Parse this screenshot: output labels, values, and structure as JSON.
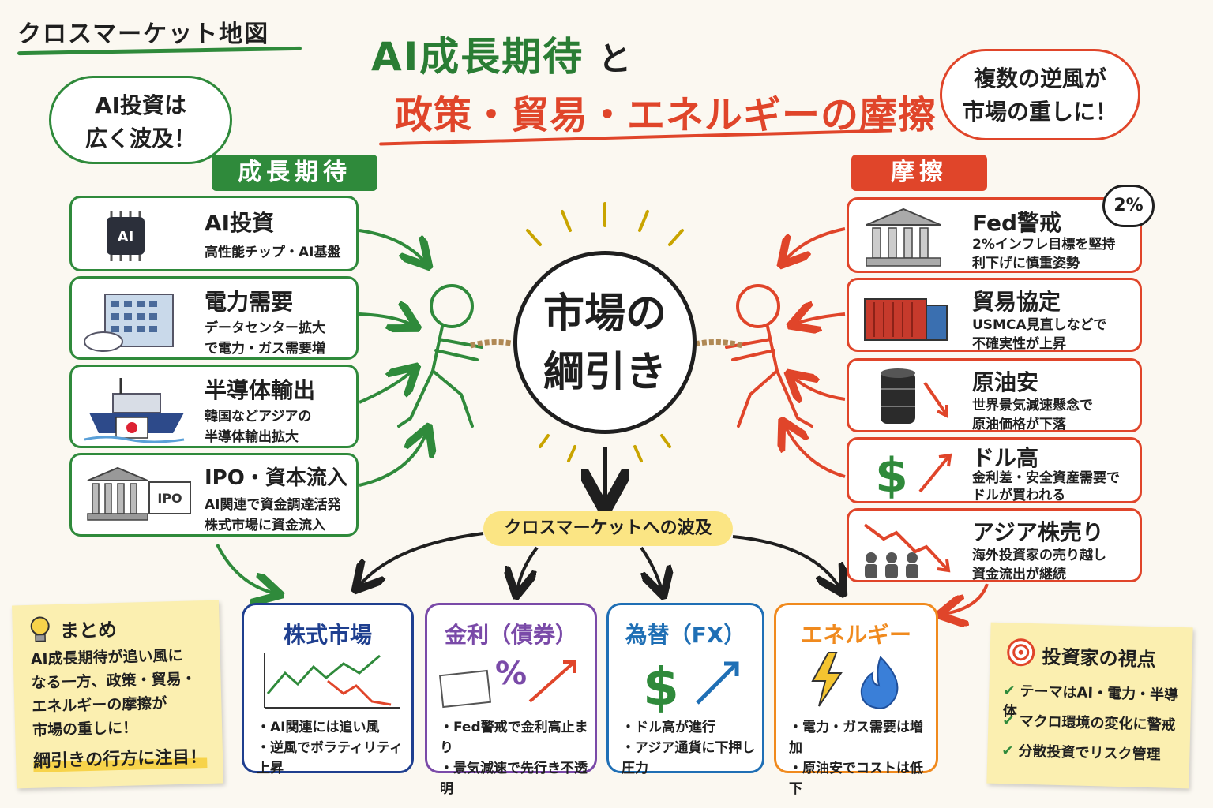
{
  "header": {
    "corner_title": "クロスマーケット地図",
    "title_line1": "AI成長期待",
    "title_connector": "と",
    "title_line2": "政策・貿易・エネルギーの摩擦"
  },
  "clouds": {
    "left": [
      "AI投資は",
      "広く波及！"
    ],
    "right": [
      "複数の逆風が",
      "市場の重しに！"
    ]
  },
  "banners": {
    "growth": "成長期待",
    "friction": "摩擦"
  },
  "growth_factors": [
    {
      "title": "AI投資",
      "desc": [
        "高性能チップ・AI基盤"
      ],
      "icon": "ai-chip-icon",
      "icon_text": "AI"
    },
    {
      "title": "電力需要",
      "desc": [
        "データセンター拡大",
        "で電力・ガス需要増"
      ],
      "icon": "datacenter-icon"
    },
    {
      "title": "半導体輸出",
      "desc": [
        "韓国などアジアの",
        "半導体輸出拡大"
      ],
      "icon": "cargo-ship-icon"
    },
    {
      "title": "IPO・資本流入",
      "desc": [
        "AI関連で資金調達活発",
        "株式市場に資金流入"
      ],
      "icon": "ipo-building-icon",
      "icon_text": "IPO"
    }
  ],
  "friction_factors": [
    {
      "title": "Fed警戒",
      "desc": [
        "2%インフレ目標を堅持",
        "利下げに慎重姿勢"
      ],
      "icon": "fed-building-icon"
    },
    {
      "title": "貿易協定",
      "desc": [
        "USMCA見直しなどで",
        "不確実性が上昇"
      ],
      "icon": "shipping-container-icon"
    },
    {
      "title": "原油安",
      "desc": [
        "世界景気減速懸念で",
        "原油価格が下落"
      ],
      "icon": "oil-barrel-icon"
    },
    {
      "title": "ドル高",
      "desc": [
        "金利差・安全資産需要で",
        "ドルが買われる"
      ],
      "icon": "dollar-up-icon",
      "icon_text": "$"
    },
    {
      "title": "アジア株売り",
      "desc": [
        "海外投資家の売り越し",
        "資金流出が継続"
      ],
      "icon": "down-trend-icon"
    }
  ],
  "fed_bubble": "2%",
  "center": {
    "line1": "市場の",
    "line2": "綱引き"
  },
  "spread_label": "クロスマーケットへの波及",
  "markets": [
    {
      "title": "株式市場",
      "bullets": [
        "・AI関連には追い風",
        "・逆風でボラティリティ上昇"
      ],
      "color": "#1f3f8f",
      "icon": "stock-chart-icon"
    },
    {
      "title": "金利（債券）",
      "bullets": [
        "・Fed警戒で金利高止まり",
        "・景気減速で先行き不透明"
      ],
      "color": "#7a4aa8",
      "icon": "bond-percent-icon",
      "icon_text": "%"
    },
    {
      "title": "為替（FX）",
      "bullets": [
        "・ドル高が進行",
        "・アジア通貨に下押し圧力"
      ],
      "color": "#1f6fb5",
      "icon": "dollar-up-icon",
      "icon_text": "$"
    },
    {
      "title": "エネルギー",
      "bullets": [
        "・電力・ガス需要は増加",
        "・原油安でコストは低下"
      ],
      "color": "#f08a1e",
      "icon": "energy-icon"
    }
  ],
  "summary_note": {
    "title": "まとめ",
    "lines": [
      "AI成長期待が追い風に",
      "なる一方、政策・貿易・",
      "エネルギーの摩擦が",
      "市場の重しに！"
    ],
    "emphasis": "綱引きの行方に注目！"
  },
  "investor_note": {
    "title": "投資家の視点",
    "checks": [
      "テーマはAI・電力・半導体",
      "マクロ環境の変化に警戒",
      "分散投資でリスク管理"
    ]
  },
  "colors": {
    "growth": "#2f8a3b",
    "friction": "#e0452a",
    "ink": "#1f1f1f",
    "highlight": "#fbe584"
  }
}
